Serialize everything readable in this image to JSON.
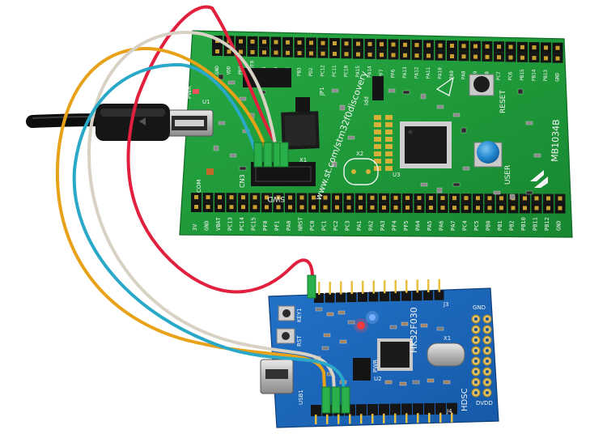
{
  "green_board": {
    "diagonal_text": "www.st.com/stm32f0discovery",
    "model_label": "MB1034B",
    "labels": {
      "swd": "SWD",
      "cn3": "CN3",
      "reset": "RESET",
      "user": "USER",
      "pwr": "PWR",
      "com": "COM",
      "idd": "Idd",
      "x1": "X1",
      "x2": "X2",
      "u1": "U1",
      "u2": "U2",
      "u3": "U3",
      "jp1": "JP1"
    },
    "bottom_pins": [
      "3V",
      "GND",
      "VBAT",
      "PC13",
      "PC14",
      "PC15",
      "PF0",
      "PF1",
      "PA0",
      "NRST",
      "PC0",
      "PC1",
      "PC2",
      "PC3",
      "PA1",
      "PA2",
      "PA3",
      "PF4",
      "PF5",
      "PA4",
      "PA5",
      "PA6",
      "PA7",
      "PC4",
      "PC5",
      "PB0",
      "PB1",
      "PB2",
      "PB10",
      "PB11",
      "PB12",
      "GND"
    ],
    "top_pins": [
      "GND",
      "VDD",
      "PB8",
      "BOOT0",
      "PB6",
      "PB5",
      "PB4",
      "PB3",
      "PD2",
      "PC12",
      "PC11",
      "PC10",
      "PA15",
      "PA14",
      "PF7",
      "PF6",
      "PA13",
      "PA12",
      "PA11",
      "PA10",
      "PA9",
      "PA8",
      "PC9",
      "PC8",
      "PC7",
      "PC6",
      "PB15",
      "PB14",
      "PB13",
      "GND"
    ]
  },
  "blue_board": {
    "model_label": "HK32F030",
    "osc_label": "HDSC",
    "labels": {
      "gnd": "GND",
      "dvdd": "DVDD",
      "usb": "USB1",
      "rst": "RST",
      "key": "KEY1",
      "u2": "U2",
      "j3": "J3",
      "j4": "J4",
      "x1": "X1",
      "pwr": "PWR"
    }
  },
  "colors": {
    "green_pcb": "#1f9a3a",
    "blue_pcb": "#1a63b8",
    "wire_red": "#e0203c",
    "wire_orange": "#e8a21a",
    "wire_white": "#d8d2c4",
    "wire_cyan": "#2aa8c8",
    "usb_cable": "#111111"
  }
}
